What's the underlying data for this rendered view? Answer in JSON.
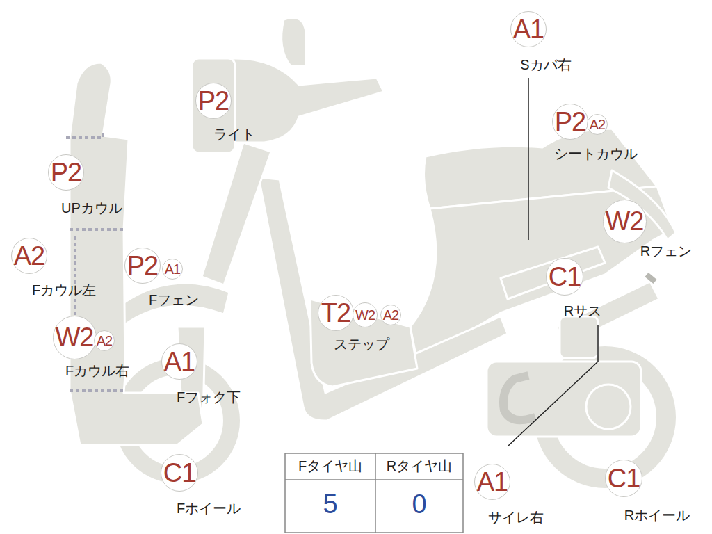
{
  "diagram": {
    "nodes": [
      {
        "text": [
          "A1"
        ]
      },
      {
        "text": [
          "P2"
        ]
      },
      {
        "text": [
          "P2"
        ]
      },
      {
        "text": [
          "A2"
        ]
      },
      {
        "text": [
          "P2"
        ]
      },
      {
        "text": [
          "W2"
        ]
      },
      {
        "text": [
          "A2"
        ]
      },
      {
        "text": [
          "P2"
        ]
      },
      {
        "text": [
          "A1"
        ]
      },
      {
        "text": [
          "C1"
        ]
      },
      {
        "text": [
          "T2"
        ]
      },
      {
        "text": [
          "W2"
        ]
      },
      {
        "text": [
          "A2"
        ]
      },
      {
        "text": [
          "W2"
        ]
      },
      {
        "text": [
          "A2"
        ]
      },
      {
        "text": [
          "A1"
        ]
      },
      {
        "text": [
          "C1"
        ]
      },
      {
        "text": [
          "A1"
        ]
      },
      {
        "text": [
          "C1"
        ]
      }
    ],
    "labels": [
      "Sカバ右",
      "ライト",
      "シートカウル",
      "UPカウル",
      "Rフェン",
      "Fカウル左",
      "Fフェン",
      "Rサス",
      "ステップ",
      "Fカウル右",
      "Fフォク下",
      "Fホイール",
      "サイレ右",
      "Rホイール",
      "Fタイヤ山",
      "Rタイヤ山",
      "5",
      "0"
    ]
  }
}
